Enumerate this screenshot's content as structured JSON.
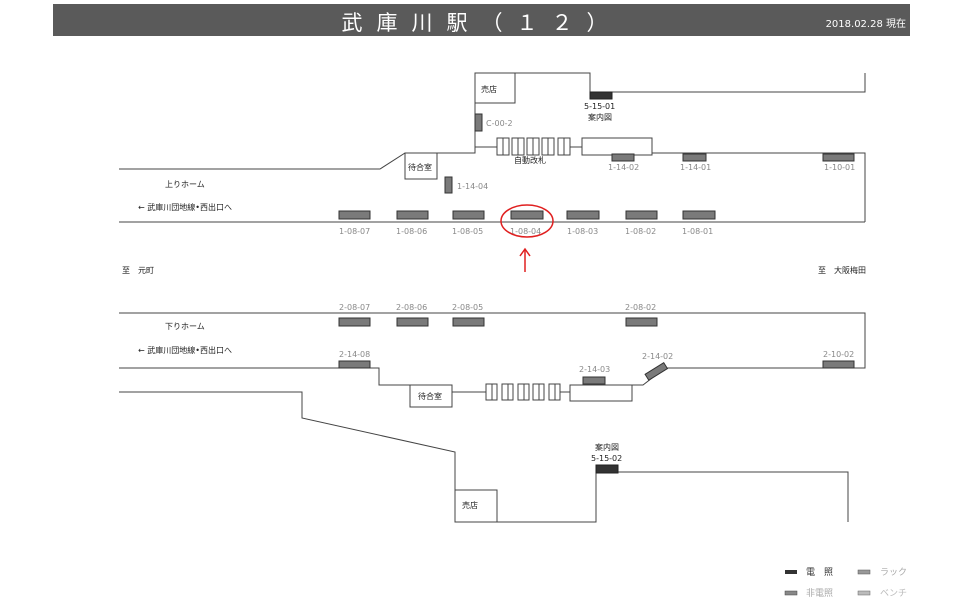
{
  "header": {
    "title": "武庫川駅（１２）",
    "date": "2018.02.28 現在"
  },
  "upper": {
    "platform_name": "上りホーム",
    "direction": "← 武庫川団地線•西出口へ",
    "shop": "売店",
    "waiting_room": "待合室",
    "gates": "自動改札",
    "map_code": "5-15-01",
    "map_label": "案内図",
    "rack": "C-00-2",
    "rack2": "1-14-04",
    "benches": [
      "1-14-02",
      "1-14-01",
      "1-10-01"
    ],
    "lights": [
      "1-08-07",
      "1-08-06",
      "1-08-05",
      "1-08-04",
      "1-08-03",
      "1-08-02",
      "1-08-01"
    ],
    "highlighted": "1-08-04"
  },
  "to_left": "至　元町",
  "to_right": "至　大阪梅田",
  "lower": {
    "platform_name": "下りホーム",
    "direction": "← 武庫川団地線•西出口へ",
    "lights": [
      "2-08-07",
      "2-08-06",
      "2-08-05",
      "2-08-02"
    ],
    "benches": [
      "2-14-08",
      "2-14-03",
      "2-14-02",
      "2-10-02"
    ],
    "waiting_room": "待合室",
    "shop": "売店",
    "map_label": "案内図",
    "map_code": "5-15-02"
  },
  "legend": {
    "lit": "電　照",
    "rack": "ラック",
    "unlit": "非電照",
    "bench": "ベンチ"
  },
  "colors": {
    "highlight": "#e02020",
    "titlebar": "#5a5a5a"
  }
}
